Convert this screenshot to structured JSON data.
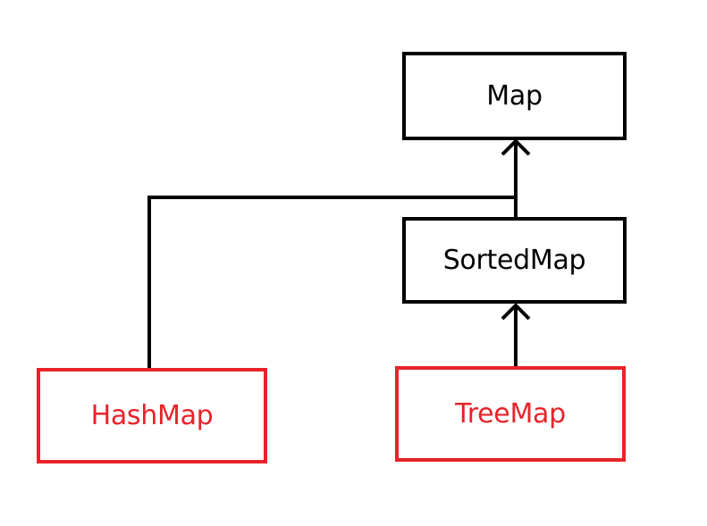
{
  "nodes": {
    "map": {
      "label": "Map",
      "kind": "interface"
    },
    "sortedmap": {
      "label": "SortedMap",
      "kind": "interface"
    },
    "hashmap": {
      "label": "HashMap",
      "kind": "class"
    },
    "treemap": {
      "label": "TreeMap",
      "kind": "class"
    }
  },
  "edges": [
    {
      "from": "hashmap",
      "to": "map",
      "arrow": "open-arrow-at-target"
    },
    {
      "from": "sortedmap",
      "to": "map",
      "arrow": "open-arrow-at-target"
    },
    {
      "from": "treemap",
      "to": "sortedmap",
      "arrow": "open-arrow-at-target"
    }
  ],
  "colors": {
    "interface_border": "#000000",
    "interface_text": "#000000",
    "class_border": "#e8232a",
    "class_text": "#e8232a",
    "connector": "#000000",
    "background": "#ffffff"
  }
}
